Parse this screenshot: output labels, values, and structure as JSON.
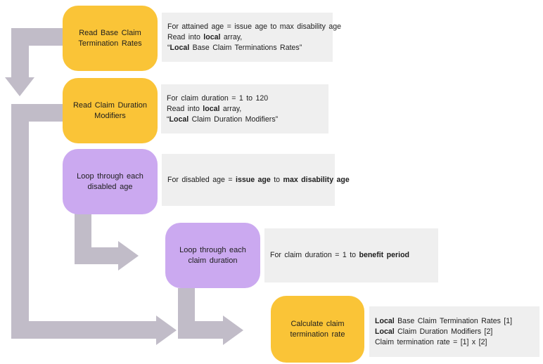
{
  "colors": {
    "yellow_box": "#FAC437",
    "purple_box": "#CBA9F0",
    "arrow_gray": "#C1BCC8",
    "note_background": "#EFEFEF",
    "text": "#1d1d1d"
  },
  "steps": [
    {
      "box_label": "Read Base Claim\nTermination Rates",
      "box_color": "yellow",
      "note_lines": [
        [
          {
            "text": "For attained age = issue age to max disability age"
          }
        ],
        [
          {
            "text": "Read into "
          },
          {
            "text": "local",
            "bold": true
          },
          {
            "text": " array,"
          }
        ],
        [
          {
            "text": "“"
          },
          {
            "text": "Local",
            "bold": true
          },
          {
            "text": " Base Claim Terminations Rates”"
          }
        ]
      ]
    },
    {
      "box_label": "Read Claim Duration\nModifiers",
      "box_color": "yellow",
      "note_lines": [
        [
          {
            "text": "For claim duration = 1 to 120"
          }
        ],
        [
          {
            "text": "Read into "
          },
          {
            "text": "local",
            "bold": true
          },
          {
            "text": " array,"
          }
        ],
        [
          {
            "text": "“"
          },
          {
            "text": "Local",
            "bold": true
          },
          {
            "text": " Claim Duration Modifiers”"
          }
        ]
      ]
    },
    {
      "box_label": "Loop through each\ndisabled age",
      "box_color": "purple",
      "note_lines": [
        [
          {
            "text": "For disabled age = "
          },
          {
            "text": "issue age",
            "bold": true
          },
          {
            "text": " to "
          },
          {
            "text": "max disability age",
            "bold": true
          }
        ]
      ]
    },
    {
      "box_label": "Loop through each\nclaim duration",
      "box_color": "purple",
      "note_lines": [
        [
          {
            "text": "For claim duration = 1 to "
          },
          {
            "text": "benefit period",
            "bold": true
          }
        ]
      ]
    },
    {
      "box_label": "Calculate claim\ntermination rate",
      "box_color": "yellow",
      "note_lines": [
        [
          {
            "text": "Local",
            "bold": true
          },
          {
            "text": " Base Claim Termination Rates [1]"
          }
        ],
        [
          {
            "text": "Local",
            "bold": true
          },
          {
            "text": " Claim Duration Modifiers [2]"
          }
        ],
        [
          {
            "text": "Claim termination rate = [1] x [2]"
          }
        ]
      ]
    }
  ]
}
